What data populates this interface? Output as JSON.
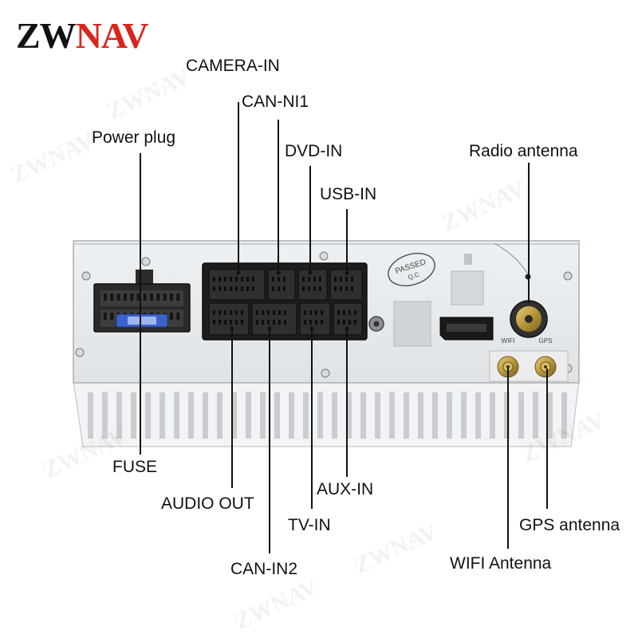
{
  "logo": {
    "part1": "ZW",
    "part2": "NAV"
  },
  "watermark": "ZWNAV",
  "colors": {
    "brand_red": "#d9261c",
    "ink": "#111111",
    "panel": "#e6e9ec"
  },
  "unit_marks": {
    "stamp": "PASSED",
    "stamp_sub": "Q.C",
    "wifi": "WIFI",
    "gps": "GPS"
  },
  "labels": {
    "camera_in": "CAMERA-IN",
    "can_ni1": "CAN-NI1",
    "power_plug": "Power plug",
    "dvd_in": "DVD-IN",
    "radio_antenna": "Radio antenna",
    "usb_in": "USB-IN",
    "fuse": "FUSE",
    "aux_in": "AUX-IN",
    "audio_out": "AUDIO OUT",
    "tv_in": "TV-IN",
    "gps_antenna": "GPS antenna",
    "can_in2": "CAN-IN2",
    "wifi_antenna": "WIFI Antenna"
  }
}
